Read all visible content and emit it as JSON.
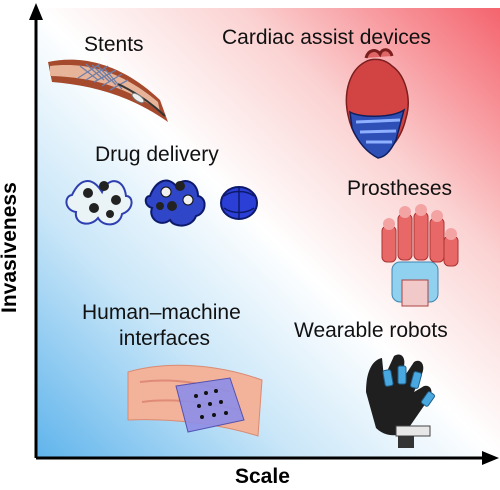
{
  "axes": {
    "x_label": "Scale",
    "y_label": "Invasiveness"
  },
  "applications": [
    {
      "label": "Stents",
      "icon": "stent-icon"
    },
    {
      "label": "Cardiac assist devices",
      "icon": "heart-sleeve-icon"
    },
    {
      "label": "Drug delivery",
      "icon": "drug-capsule-icon"
    },
    {
      "label": "Prostheses",
      "icon": "prosthetic-hand-icon"
    },
    {
      "label": "Human–machine",
      "label2": "interfaces",
      "icon": "skin-patch-icon"
    },
    {
      "label": "Wearable robots",
      "icon": "robotic-glove-icon"
    }
  ],
  "colors": {
    "high_invasive_corner": "#f4646e",
    "low_invasive_corner": "#5fb4ec",
    "axis": "#000000"
  }
}
